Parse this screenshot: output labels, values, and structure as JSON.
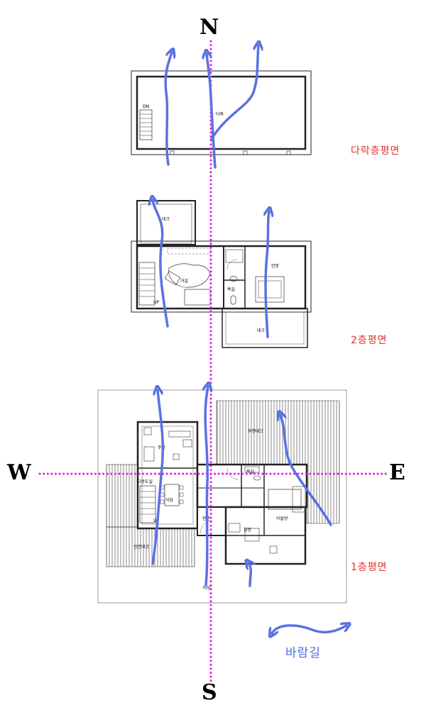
{
  "compass": {
    "north": "N",
    "south": "S",
    "west": "W",
    "east": "E"
  },
  "floors": [
    {
      "label": "다락층평면",
      "rooms": [
        "다락"
      ],
      "stair_mark": "DN"
    },
    {
      "label": "2층평면",
      "rooms": [
        "데크",
        "거실",
        "욕실",
        "안방",
        "데크"
      ],
      "stair_mark": "UP"
    },
    {
      "label": "1층평면",
      "rooms": [
        "후면데크",
        "주방",
        "다용도실",
        "식당",
        "현관",
        "욕실",
        "아들방",
        "침방",
        "전면데크",
        "마당"
      ],
      "stair_mark": "UP"
    }
  ],
  "legend": {
    "label": "바람길"
  },
  "colors": {
    "wind_arrow": "#5a72e0",
    "axis": "#e020e0",
    "floor_label": "#e53030"
  }
}
